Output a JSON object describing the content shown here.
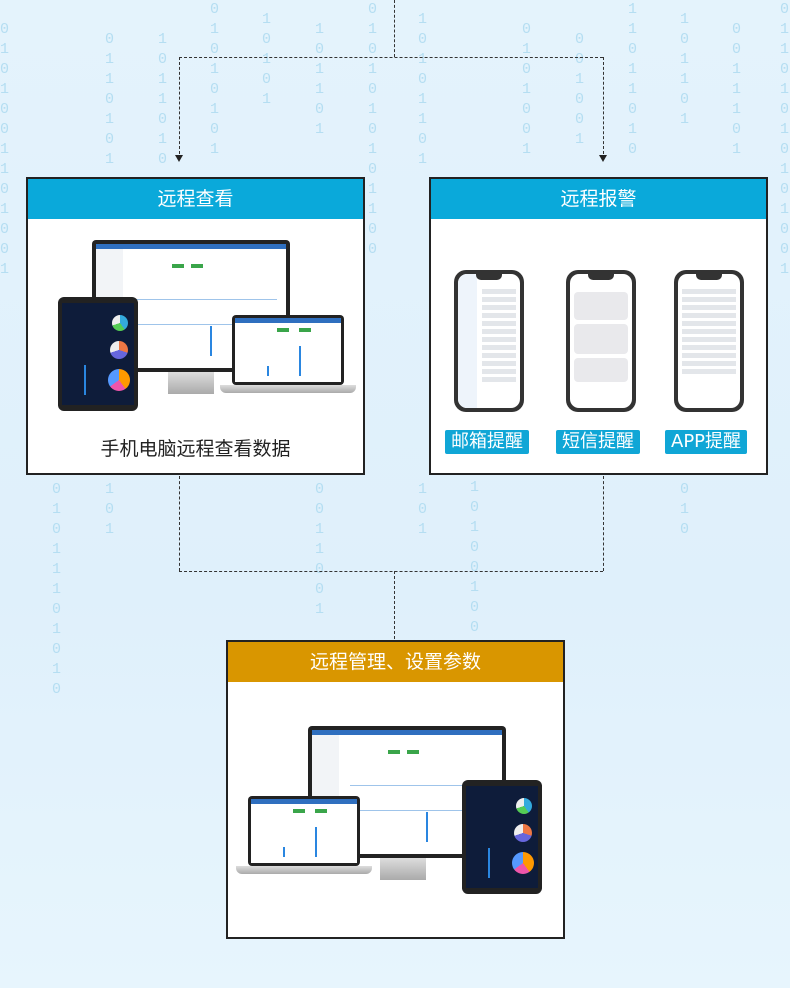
{
  "panels": {
    "remote_view": {
      "title": "远程查看",
      "caption": "手机电脑远程查看数据"
    },
    "remote_alarm": {
      "title": "远程报警",
      "badges": [
        "邮箱提醒",
        "短信提醒",
        "APP提醒"
      ]
    },
    "remote_manage": {
      "title": "远程管理、设置参数"
    }
  },
  "colors": {
    "header_blue": "#0aa9da",
    "header_orange": "#d99600"
  }
}
